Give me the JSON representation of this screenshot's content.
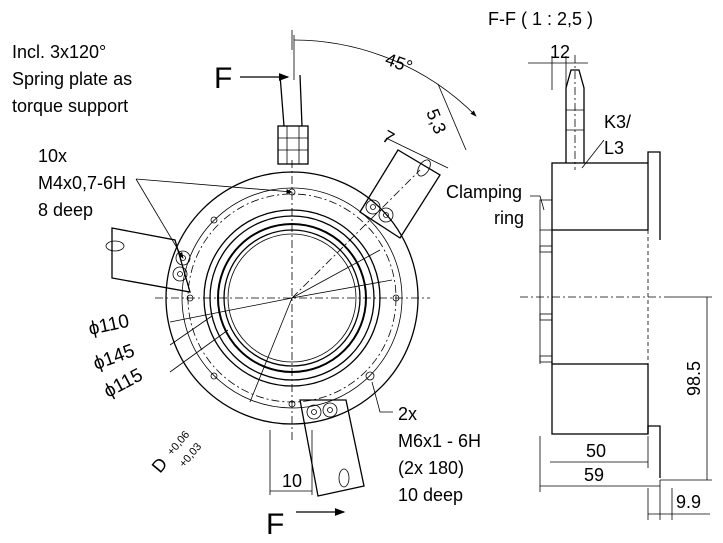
{
  "notes": {
    "spring_plate": [
      "Incl. 3x120°",
      "Spring plate as",
      "torque support"
    ],
    "threads_10x": [
      "10x",
      "M4x0,7-6H",
      "8 deep"
    ],
    "threads_2x": [
      "2x",
      "M6x1 - 6H",
      "(2x 180)",
      "10 deep"
    ]
  },
  "section": {
    "title": "F-F ( 1 : 2,5 )",
    "marker_top": "F",
    "marker_bottom": "F"
  },
  "labels": {
    "k3l3_line1": "K3/",
    "k3l3_line2": "L3",
    "clamping_line1": "Clamping",
    "clamping_line2": "ring"
  },
  "dimensions": {
    "angle": "45°",
    "d_5_3": "5,3",
    "d_7": "7",
    "d_12": "12",
    "dia_110": "ϕ110",
    "dia_145": "ϕ145",
    "dia_115": "ϕ115",
    "d_tol_base": "D",
    "d_tol_upper": "+0,06",
    "d_tol_lower": "+0,03",
    "d_10": "10",
    "d_98_5": "98.5",
    "d_50": "50",
    "d_59": "59",
    "d_9_9": "9.9"
  }
}
